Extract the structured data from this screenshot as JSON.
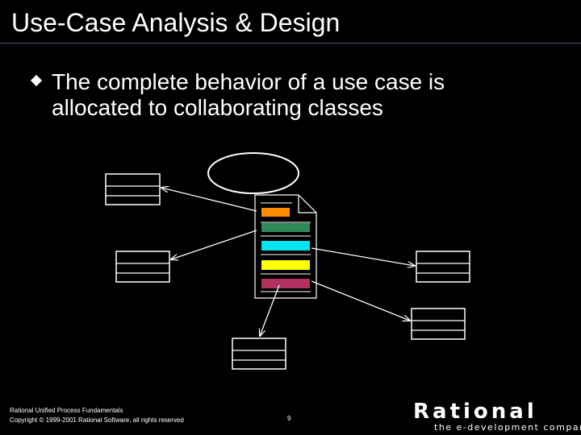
{
  "slide": {
    "title": "Use-Case Analysis & Design",
    "bullet": "The complete behavior of a use case is\nallocated to collaborating classes"
  },
  "diagram": {
    "elements": [
      "use-case-ellipse",
      "use-case-realization-document",
      "class-box-top-left",
      "class-box-middle-left",
      "class-box-right",
      "class-box-bottom-right",
      "class-box-bottom"
    ],
    "stripe_colors": [
      "#ff8c00",
      "#2e8b57",
      "#00e5ee",
      "#ffff00",
      "#b03060"
    ],
    "line_color": "#ffffff"
  },
  "footer": {
    "course": "Rational Unified Process Fundamentals",
    "copyright": "Copyright © 1999-2001 Rational Software, all rights reserved",
    "page_number": "9"
  },
  "logo": {
    "main": "Rational",
    "tagline": "the e-development company"
  }
}
